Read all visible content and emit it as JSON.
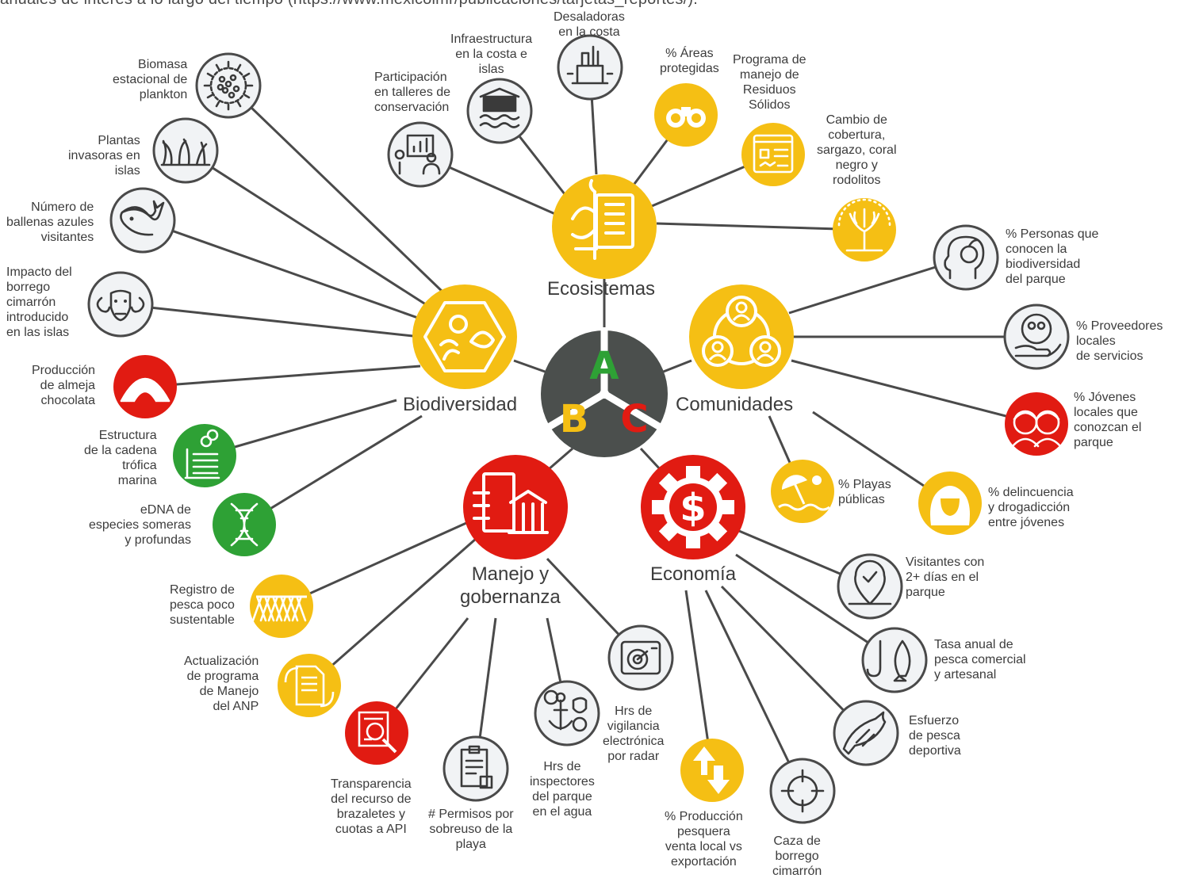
{
  "caption": "anuales de interés a lo largo del tiempo (https://www.mexicoimr/publicaciones/tarjetas_reportes/).",
  "colors": {
    "line": "#4a4a4a",
    "yellow": "#f5bf14",
    "red": "#e11b12",
    "green": "#2ea135",
    "grey_fill": "#f1f3f5",
    "dark": "#4b4f4d"
  },
  "center": {
    "letter_a": "A",
    "letter_b": "B",
    "letter_c": "C"
  },
  "categories": {
    "ecosistemas": "Ecosistemas",
    "biodiversidad": "Biodiversidad",
    "comunidades": "Comunidades",
    "manejo": [
      "Manejo y",
      "gobernanza"
    ],
    "economia": "Economía"
  },
  "indicators": {
    "desaladoras": [
      "Desaladoras",
      "en la costa"
    ],
    "infraestructura": [
      "Infraestructura",
      "en la costa e",
      "islas"
    ],
    "participacion": [
      "Participación",
      "en talleres de",
      "conservación"
    ],
    "areas_protegidas": [
      "% Áreas",
      "protegidas"
    ],
    "residuos": [
      "Programa de",
      "manejo de",
      "Residuos",
      "Sólidos"
    ],
    "cobertura": [
      "Cambio de",
      "cobertura,",
      "sargazo, coral",
      "negro y",
      "rodolitos"
    ],
    "biomasa": [
      "Biomasa",
      "estacional de",
      "plankton"
    ],
    "plantas": [
      "Plantas",
      "invasoras en",
      "islas"
    ],
    "ballenas": [
      "Número de",
      "ballenas azules",
      "visitantes"
    ],
    "borrego_impacto": [
      "Impacto del",
      "borrego",
      "cimarrón",
      "introducido",
      "en las islas"
    ],
    "almeja": [
      "Producción",
      "de almeja",
      "chocolata"
    ],
    "cadena": [
      "Estructura",
      "de la cadena",
      "trófica",
      "marina"
    ],
    "edna": [
      "eDNA de",
      "especies someras",
      "y profundas"
    ],
    "personas": [
      "% Personas que",
      "conocen la",
      "biodiversidad",
      "del parque"
    ],
    "proveedores": [
      "% Proveedores",
      "locales",
      "de servicios"
    ],
    "jovenes": [
      "% Jóvenes",
      "locales que",
      "conozcan el",
      "parque"
    ],
    "playas": [
      "% Playas",
      "públicas"
    ],
    "delincuencia": [
      "% delincuencia",
      "y drogadicción",
      "entre jóvenes"
    ],
    "registro": [
      "Registro de",
      "pesca poco",
      "sustentable"
    ],
    "actualizacion": [
      "Actualización",
      "de programa",
      "de Manejo",
      "del ANP"
    ],
    "transparencia": [
      "Transparencia",
      "del recurso de",
      "brazaletes y",
      "cuotas a API"
    ],
    "permisos": [
      "# Permisos por",
      "sobreuso de la",
      "playa"
    ],
    "inspectores": [
      "Hrs de",
      "inspectores",
      "del parque",
      "en el agua"
    ],
    "vigilancia": [
      "Hrs de",
      "vigilancia",
      "electrónica",
      "por radar"
    ],
    "produccion": [
      "% Producción",
      "pesquera",
      "venta local vs",
      "exportación"
    ],
    "caza": [
      "Caza de",
      "borrego",
      "cimarrón"
    ],
    "visitantes": [
      "Visitantes con",
      "2+ días en el",
      "parque"
    ],
    "tasa": [
      "Tasa anual de",
      "pesca comercial",
      "y artesanal"
    ],
    "esfuerzo": [
      "Esfuerzo",
      "de pesca",
      "deportiva"
    ]
  }
}
